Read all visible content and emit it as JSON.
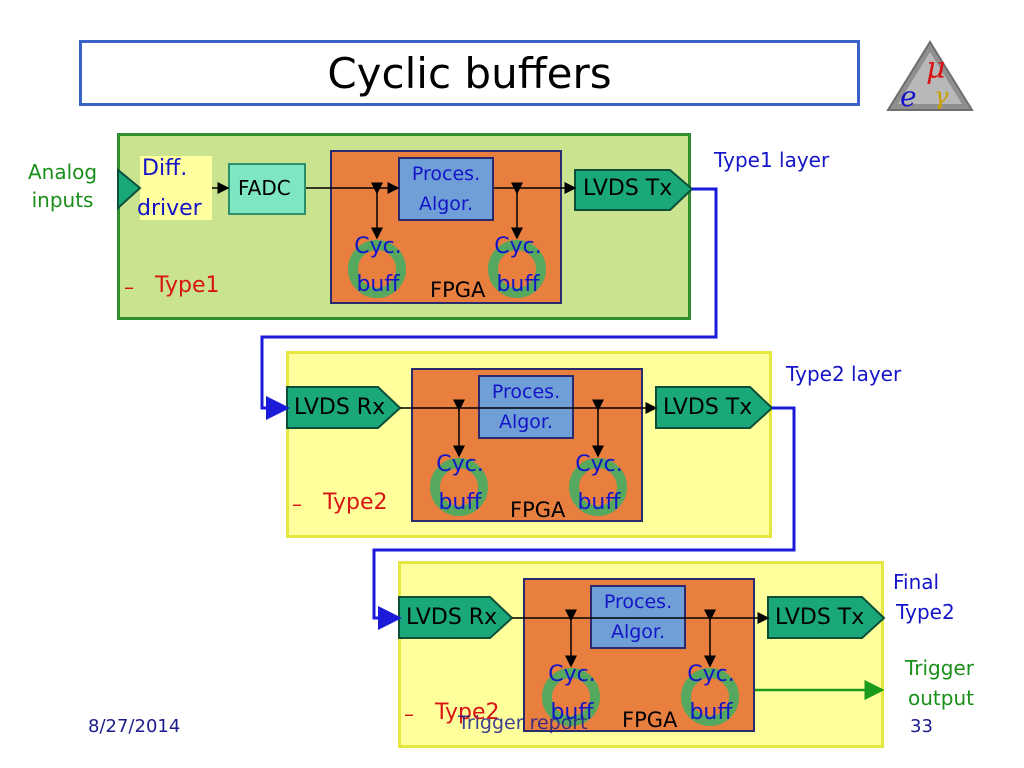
{
  "title": "Cyclic buffers",
  "footer": {
    "date": "8/27/2014",
    "center": "Trigger report",
    "page": "33"
  },
  "analog_inputs": "Analog\ninputs",
  "stage1": {
    "diff_line1": "Diff.",
    "diff_line2": "driver",
    "fadc": "FADC",
    "proc_line1": "Proces.",
    "proc_line2": "Algor.",
    "cyc1_line1": "Cyc.",
    "cyc1_line2": "buff",
    "cyc2_line1": "Cyc.",
    "cyc2_line2": "buff",
    "fpga": "FPGA",
    "lvds_tx": "LVDS Tx",
    "type_label": "Type1",
    "layer_label": "Type1 layer"
  },
  "stage2": {
    "lvds_rx": "LVDS Rx",
    "proc_line1": "Proces.",
    "proc_line2": "Algor.",
    "cyc1_line1": "Cyc.",
    "cyc1_line2": "buff",
    "cyc2_line1": "Cyc.",
    "cyc2_line2": "buff",
    "fpga": "FPGA",
    "lvds_tx": "LVDS Tx",
    "type_label": "Type2",
    "layer_label": "Type2 layer"
  },
  "stage3": {
    "lvds_rx": "LVDS Rx",
    "proc_line1": "Proces.",
    "proc_line2": "Algor.",
    "cyc1_line1": "Cyc.",
    "cyc1_line2": "buff",
    "cyc2_line1": "Cyc.",
    "cyc2_line2": "buff",
    "fpga": "FPGA",
    "lvds_tx": "LVDS Tx",
    "type_label": "Type2",
    "final_line1": "Final",
    "final_line2": "Type2",
    "trigger_line1": "Trigger",
    "trigger_line2": "output"
  },
  "logo_letters": {
    "mu": "μ",
    "e": "e",
    "gamma": "γ"
  },
  "colors": {
    "title_border": "#3a63c9",
    "board1_fill": "#c9e38e",
    "board1_border": "#2f8f2f",
    "board_yellow_fill": "#ffff9c",
    "fpga_fill": "#e87f3f",
    "proc_fill": "#6f9fd6",
    "lvds_fill": "#1aa87a",
    "ring": "#57a85f",
    "link_line": "#1a1ad8"
  }
}
